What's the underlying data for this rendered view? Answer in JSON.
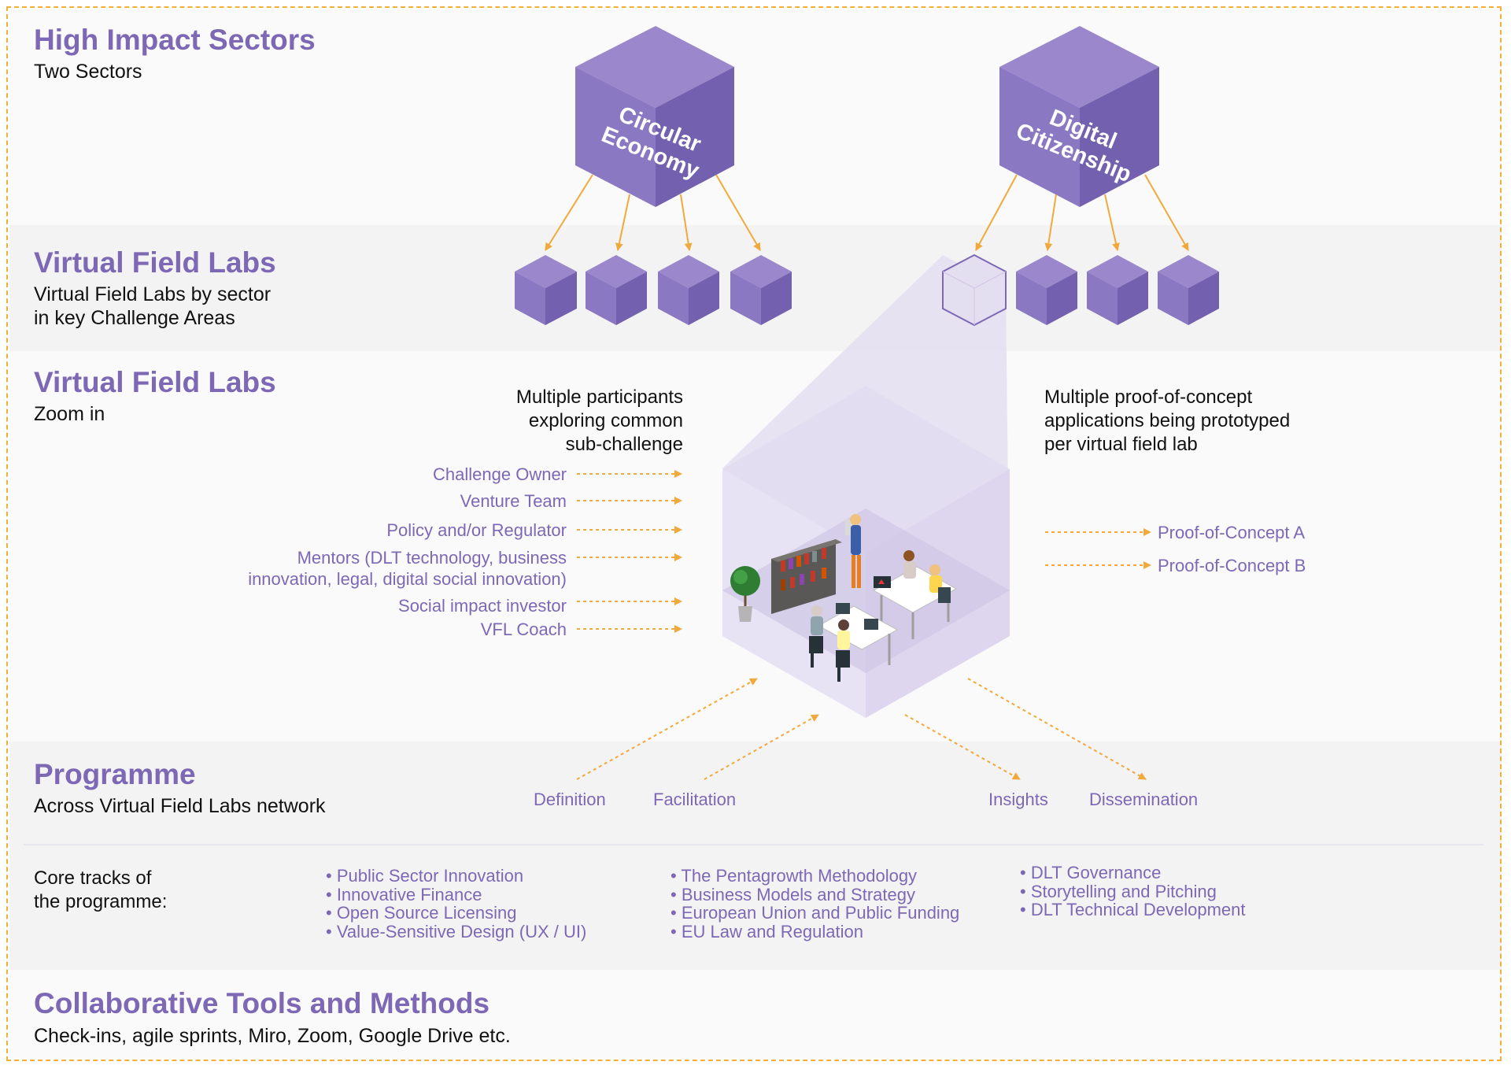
{
  "sections": {
    "sectors": {
      "title": "High Impact Sectors",
      "subtitle": "Two Sectors"
    },
    "labs": {
      "title": "Virtual Field Labs",
      "subtitle_line1": "Virtual Field Labs by sector",
      "subtitle_line2": "in key Challenge Areas"
    },
    "zoom": {
      "title": "Virtual Field Labs",
      "subtitle": "Zoom in"
    },
    "programme": {
      "title": "Programme",
      "subtitle": "Across Virtual Field Labs network"
    },
    "tools": {
      "title": "Collaborative Tools and Methods",
      "subtitle": "Check-ins, agile sprints, Miro, Zoom, Google Drive etc."
    }
  },
  "sectors": [
    {
      "line1": "Circular",
      "line2": "Economy"
    },
    {
      "line1": "Digital",
      "line2": "Citizenship"
    }
  ],
  "participants_header": [
    "Multiple participants",
    "exploring common",
    "sub-challenge"
  ],
  "participants": [
    "Challenge Owner",
    "Venture Team",
    "Policy and/or Regulator",
    "Mentors (DLT technology, business",
    "innovation, legal, digital social innovation)",
    "Social impact investor",
    "VFL Coach"
  ],
  "poc_header": [
    "Multiple proof-of-concept",
    "applications being prototyped",
    "per virtual field lab"
  ],
  "pocs": [
    "Proof-of-Concept A",
    "Proof-of-Concept B"
  ],
  "programme_steps": [
    "Definition",
    "Facilitation",
    "Insights",
    "Dissemination"
  ],
  "core_tracks": {
    "label_line1": "Core tracks of",
    "label_line2": "the programme:",
    "col1": [
      "• Public Sector Innovation",
      "• Innovative Finance",
      "• Open Source Licensing",
      "• Value-Sensitive Design (UX / UI)"
    ],
    "col2": [
      "• The Pentagrowth Methodology",
      "• Business Models and Strategy",
      "• European Union and Public Funding",
      "• EU Law and Regulation"
    ],
    "col3": [
      "• DLT Governance",
      "• Storytelling and Pitching",
      "• DLT Technical Development"
    ]
  },
  "colors": {
    "accent": "#7d68b5",
    "arrow": "#f2a93b",
    "cube_top": "#9a87cc",
    "cube_left": "#8b78c2",
    "cube_right": "#7360ae",
    "band": "#f4f4f4"
  },
  "icons": [
    "sector-cube-icon",
    "lab-cube-icon",
    "zoom-cube-icon",
    "office-scene-illustration",
    "arrow-icon"
  ]
}
